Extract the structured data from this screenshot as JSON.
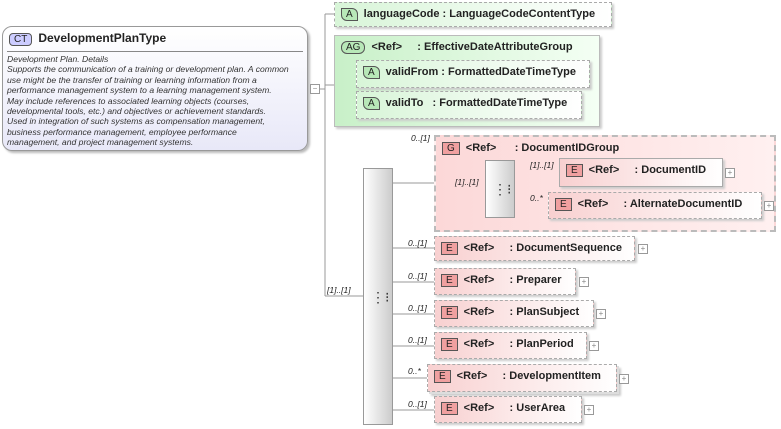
{
  "complex_type": {
    "badge": "CT",
    "name": "DevelopmentPlanType",
    "documentation": "Development Plan. Details\nSupports the communication of a training or development plan. A common\nuse might be the transfer of training or learning information from a\nperformance management system to a learning management system.\nMay include references to associated learning objects (courses,\ndevelopmental tools, etc.) and objectives or achievement standards.\nUsed in integration of such systems as compensation management,\nbusiness performance management, employee performance\nmanagement, and project management systems."
  },
  "attributes": {
    "language_code": {
      "badge": "A",
      "text": "languageCode : LanguageCodeContentType"
    },
    "group": {
      "badge": "AG",
      "text": "<Ref>     : EffectiveDateAttributeGroup",
      "items": [
        {
          "badge": "A",
          "text": "validFrom : FormattedDateTimeType"
        },
        {
          "badge": "A",
          "text": "validTo   : FormattedDateTimeType"
        }
      ]
    }
  },
  "sequence": {
    "multiplicity": "[1]..[1]"
  },
  "document_id_group": {
    "badge": "G",
    "text": "<Ref>      : DocumentIDGroup",
    "multiplicity": "0..[1]",
    "sequence_multiplicity": "[1]..[1]",
    "items": [
      {
        "badge": "E",
        "text": "<Ref>     : DocumentID",
        "multiplicity": "[1]..[1]"
      },
      {
        "badge": "E",
        "text": "<Ref>     : AlternateDocumentID",
        "multiplicity": "0..*"
      }
    ]
  },
  "elements": [
    {
      "badge": "E",
      "text": "<Ref>     : DocumentSequence",
      "multiplicity": "0..[1]"
    },
    {
      "badge": "E",
      "text": "<Ref>     : Preparer",
      "multiplicity": "0..[1]"
    },
    {
      "badge": "E",
      "text": "<Ref>     : PlanSubject",
      "multiplicity": "0..[1]"
    },
    {
      "badge": "E",
      "text": "<Ref>     : PlanPeriod",
      "multiplicity": "0..[1]"
    },
    {
      "badge": "E",
      "text": "<Ref>     : DevelopmentItem",
      "multiplicity": "0..*"
    },
    {
      "badge": "E",
      "text": "<Ref>     : UserArea",
      "multiplicity": "0..[1]"
    }
  ]
}
